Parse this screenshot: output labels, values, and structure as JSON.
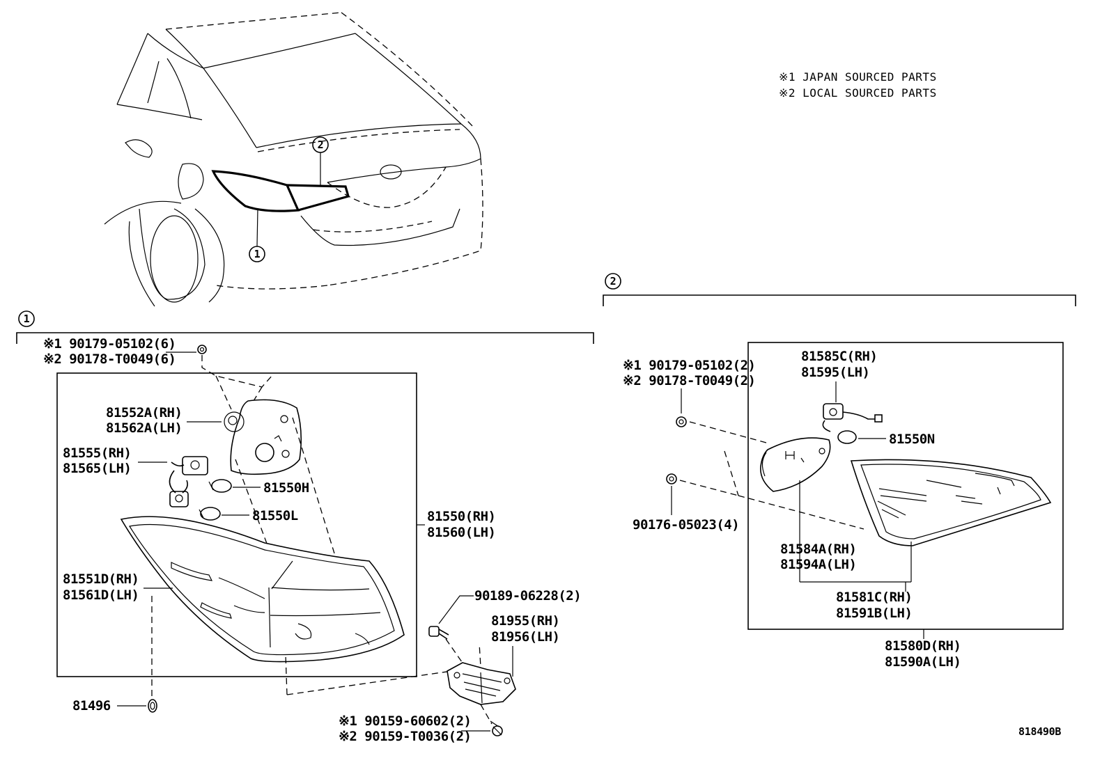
{
  "notes": {
    "japan": "※1 JAPAN SOURCED PARTS",
    "local": "※2 LOCAL SOURCED PARTS"
  },
  "callouts": {
    "c1": "1",
    "c2": "2"
  },
  "diagram_id": "818490B",
  "section1": {
    "clip_japan": "※1 90179-05102(6)",
    "clip_local": "※2 90178-T0049(6)",
    "socket_cover": [
      "81552A(RH)",
      "81562A(LH)"
    ],
    "socket_wire": [
      "81555(RH)",
      "81565(LH)"
    ],
    "bulb_h": "81550H",
    "bulb_l": "81550L",
    "lamp_assy": [
      "81550(RH)",
      "81560(LH)"
    ],
    "lens_body": [
      "81551D(RH)",
      "81561D(LH)"
    ],
    "screw": "90189-06228(2)",
    "bracket": [
      "81955(RH)",
      "81956(LH)"
    ],
    "grommet": "81496",
    "bolt_japan": "※1 90159-60602(2)",
    "bolt_local": "※2 90159-T0036(2)"
  },
  "section2": {
    "clip_japan": "※1 90179-05102(2)",
    "clip_local": "※2 90178-T0049(2)",
    "socket_wire": [
      "81585C(RH)",
      "81595(LH)"
    ],
    "bulb_n": "81550N",
    "nut": "90176-05023(4)",
    "socket_cover": [
      "81584A(RH)",
      "81594A(LH)"
    ],
    "lens_body": [
      "81581C(RH)",
      "81591B(LH)"
    ],
    "lamp_assy": [
      "81580D(RH)",
      "81590A(LH)"
    ]
  }
}
